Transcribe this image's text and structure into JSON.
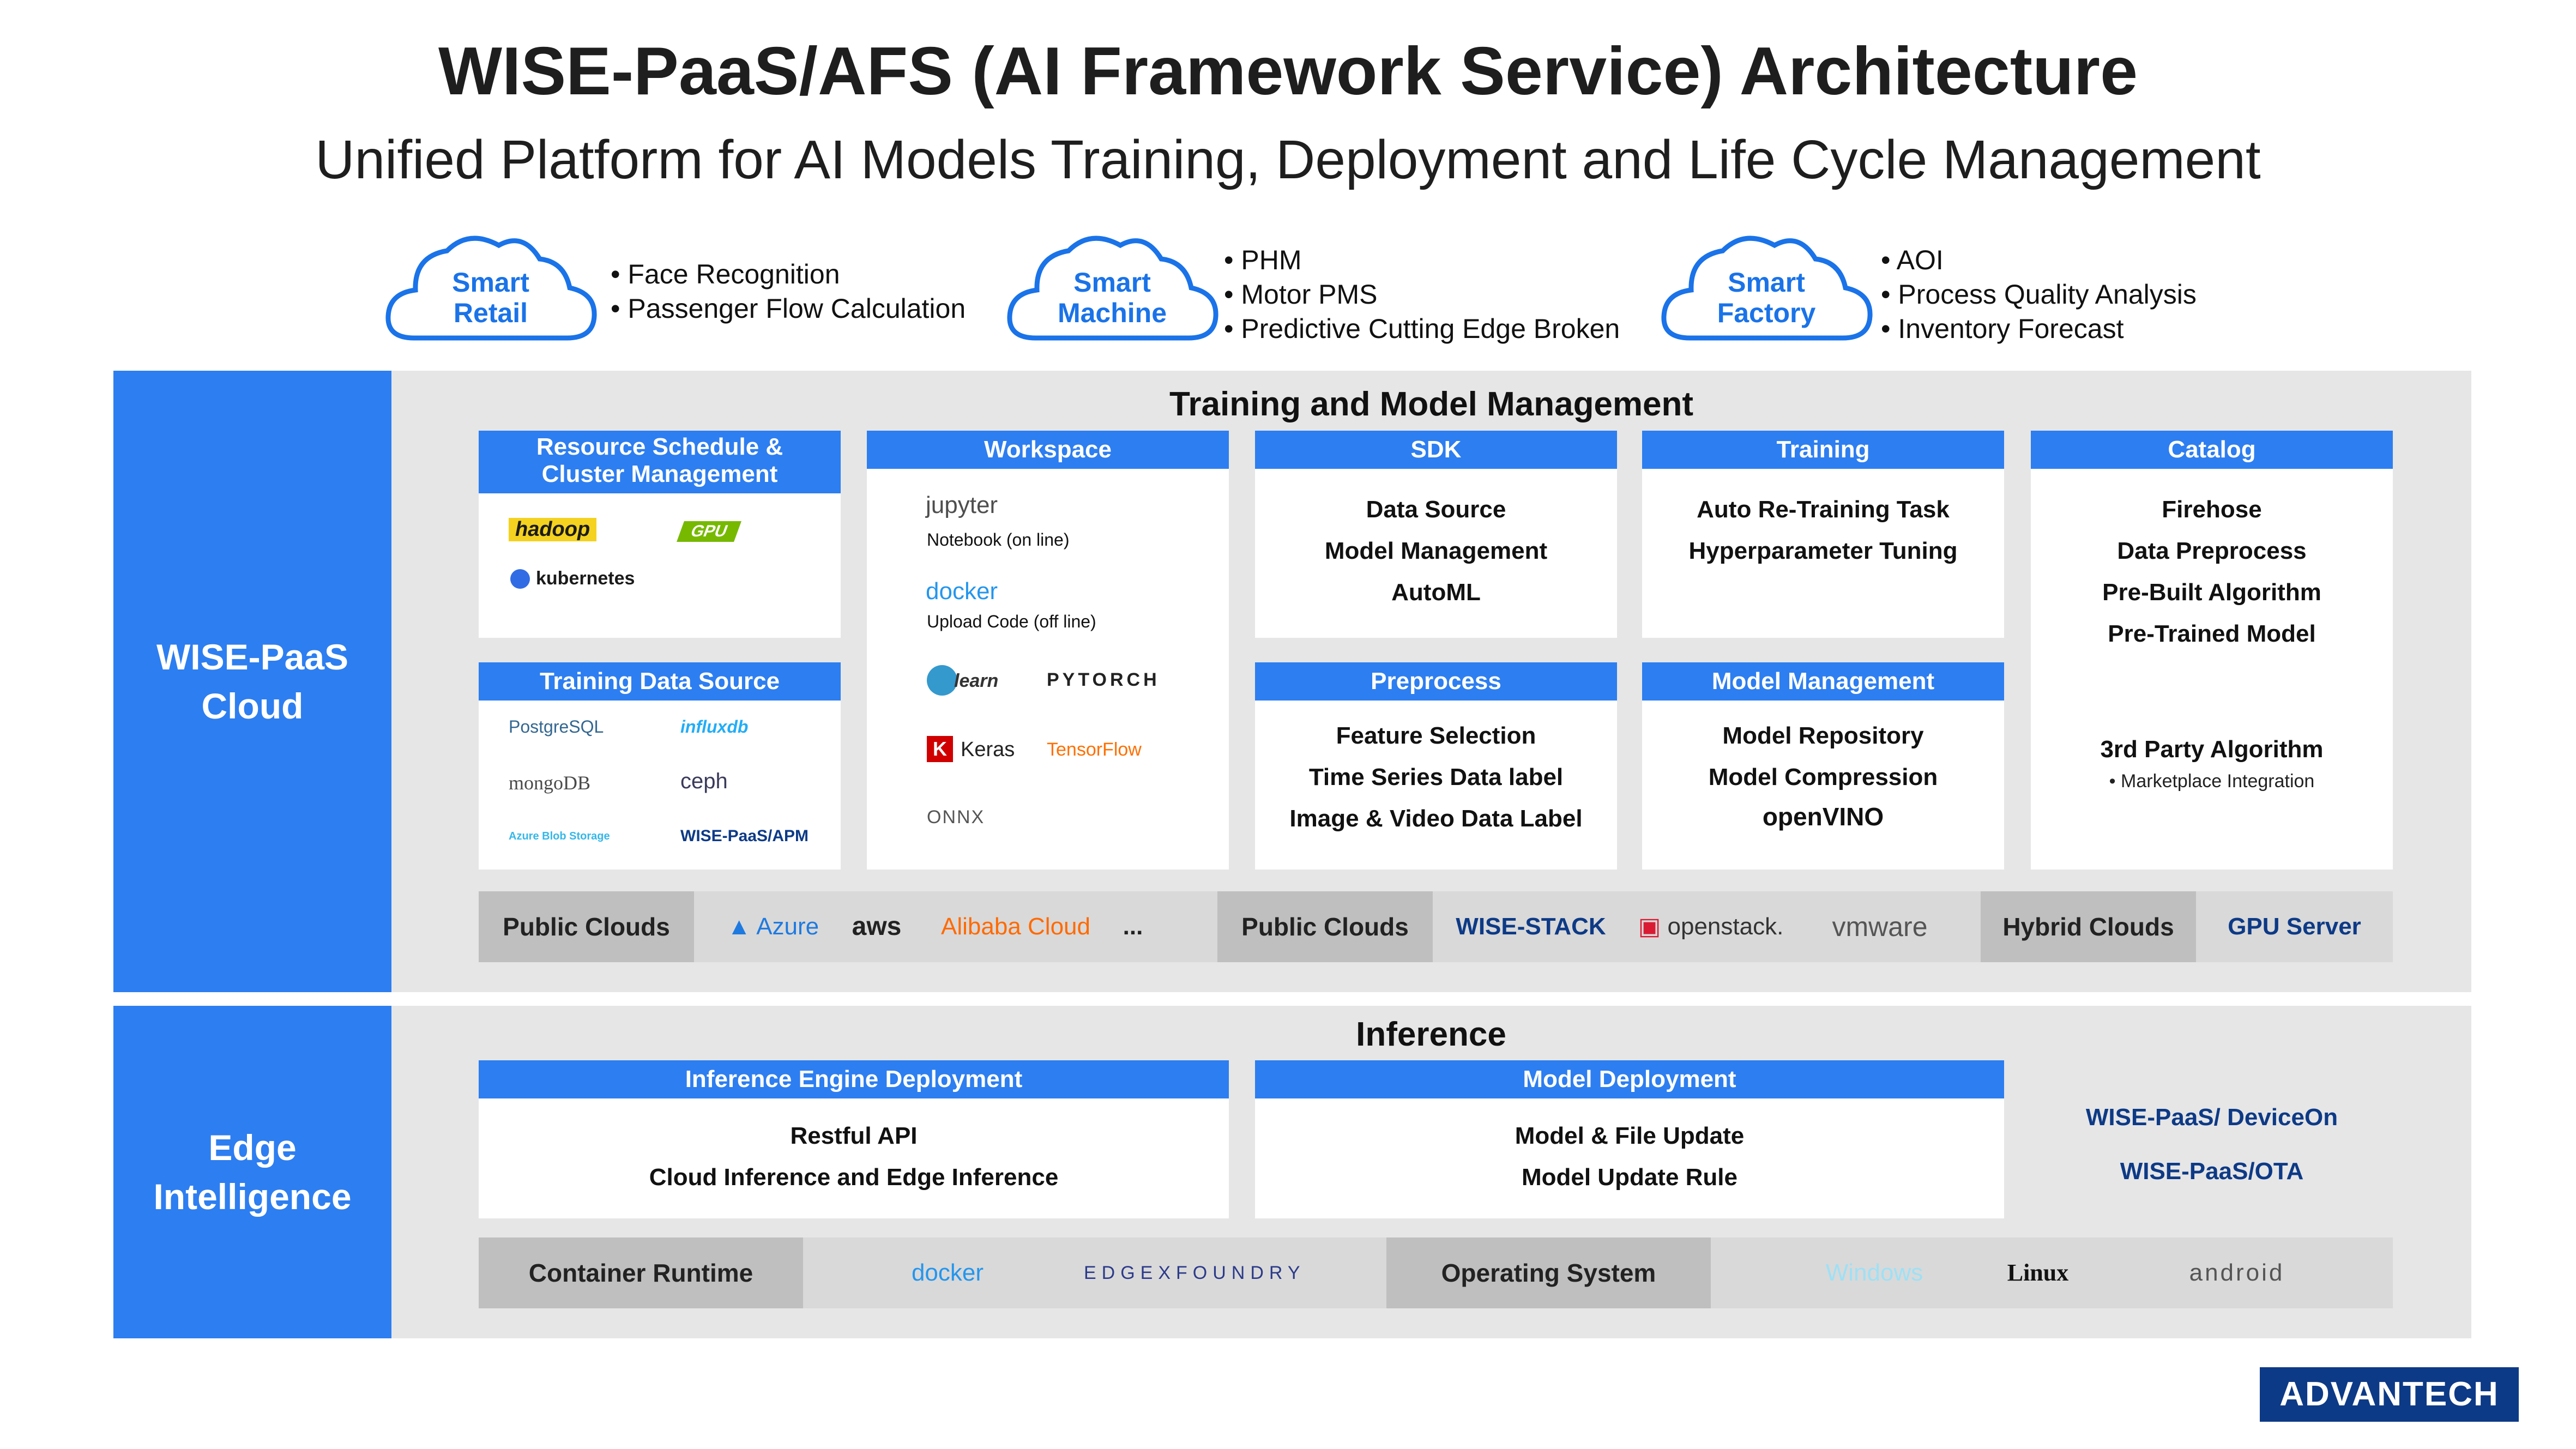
{
  "header": {
    "title": "WISE-PaaS/AFS (AI Framework Service) Architecture",
    "subtitle": "Unified Platform for AI Models Training, Deployment and Life Cycle Management"
  },
  "use_cases": [
    {
      "cloud_line1": "Smart",
      "cloud_line2": "Retail",
      "bullets": [
        "Face Recognition",
        "Passenger Flow Calculation"
      ]
    },
    {
      "cloud_line1": "Smart",
      "cloud_line2": "Machine",
      "bullets": [
        "PHM",
        "Motor PMS",
        "Predictive Cutting Edge Broken"
      ]
    },
    {
      "cloud_line1": "Smart",
      "cloud_line2": "Factory",
      "bullets": [
        "AOI",
        "Process Quality Analysis",
        "Inventory Forecast"
      ]
    }
  ],
  "cloud_section": {
    "side_label_line1": "WISE-PaaS",
    "side_label_line2": "Cloud",
    "title": "Training  and Model Management",
    "resource": {
      "header_line1": "Resource  Schedule &",
      "header_line2": "Cluster Management",
      "logos": [
        "hadoop",
        "GPU",
        "kubernetes"
      ]
    },
    "training_data_source": {
      "header": "Training Data Source",
      "logos": [
        "PostgreSQL",
        "influxdb",
        "mongoDB",
        "ceph",
        "Azure Blob Storage",
        "WISE-PaaS/APM"
      ]
    },
    "workspace": {
      "header": "Workspace",
      "jupyter": "jupyter",
      "jupyter_caption": "Notebook (on line)",
      "docker": "docker",
      "docker_caption": "Upload Code (off line)",
      "sklearn": "learn",
      "pytorch": "PYTORCH",
      "keras": "Keras",
      "tensorflow": "TensorFlow",
      "onnx": "ONNX"
    },
    "sdk": {
      "header": "SDK",
      "items": [
        "Data Source",
        "Model Management",
        "AutoML"
      ]
    },
    "training": {
      "header": "Training",
      "items": [
        "Auto Re-Training Task",
        "Hyperparameter Tuning"
      ]
    },
    "catalog": {
      "header": "Catalog",
      "items": [
        "Firehose",
        "Data Preprocess",
        "Pre-Built Algorithm",
        "Pre-Trained Model"
      ],
      "third_party": "3rd Party Algorithm",
      "marketplace": "Marketplace Integration"
    },
    "preprocess": {
      "header": "Preprocess",
      "items": [
        "Feature Selection",
        "Time Series Data label",
        "Image & Video Data Label"
      ]
    },
    "model_management": {
      "header": "Model Management",
      "items": [
        "Model Repository",
        "Model Compression"
      ],
      "logo": "openVINO"
    },
    "infra_bar": {
      "public_clouds_1": "Public Clouds",
      "azure": "Azure",
      "aws": "aws",
      "alibaba": "Alibaba Cloud",
      "more": "...",
      "public_clouds_2": "Public Clouds",
      "wise_stack": "WISE-STACK",
      "openstack": "openstack.",
      "vmware": "vmware",
      "hybrid_clouds": "Hybrid Clouds",
      "gpu_server": "GPU Server"
    }
  },
  "edge_section": {
    "side_label_line1": "Edge",
    "side_label_line2": "Intelligence",
    "title": "Inference",
    "inference_engine": {
      "header": "Inference Engine Deployment",
      "items": [
        "Restful API",
        "Cloud Inference and Edge Inference"
      ]
    },
    "model_deployment": {
      "header": "Model Deployment",
      "items": [
        "Model & File Update",
        "Model Update Rule"
      ]
    },
    "deviceon": "WISE-PaaS/ DeviceOn",
    "ota": "WISE-PaaS/OTA",
    "runtime_bar": {
      "container_runtime": "Container Runtime",
      "docker": "docker",
      "edgex": "EDGEXFOUNDRY",
      "operating_system": "Operating System",
      "windows": "Windows",
      "linux": "Linux",
      "android": "android"
    }
  },
  "brand": "ADVANTECH",
  "colors": {
    "accent_blue": "#2d7ef0",
    "panel_gray": "#e6e6e6",
    "brand_navy": "#0d3a86"
  }
}
